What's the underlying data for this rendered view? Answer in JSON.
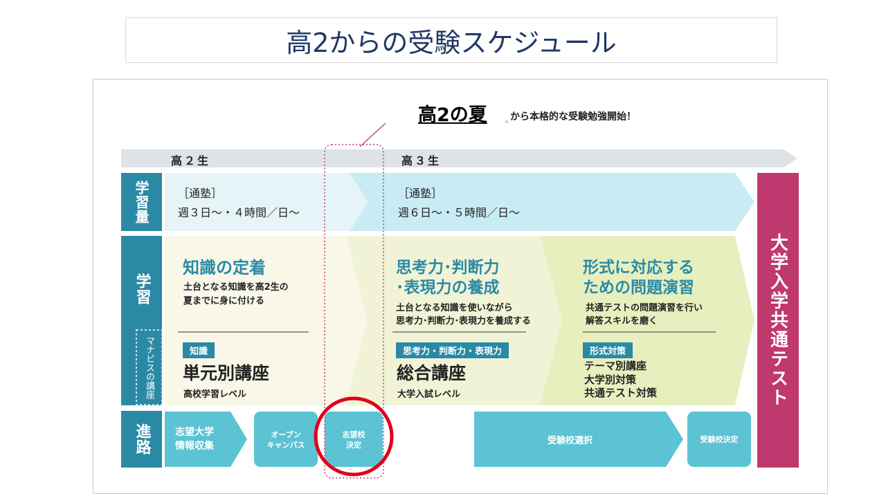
{
  "title": "高2からの受験スケジュール",
  "headline": {
    "strong": "高2の夏",
    "rest": "から本格的な受験勉強開始！"
  },
  "timeline": {
    "year2": "高２生",
    "year3": "高３生"
  },
  "rows": {
    "amount": "学習量",
    "study": "学習",
    "manabis": "マナビスの講座",
    "path": "進路"
  },
  "amount": {
    "y2_label": "［通塾］",
    "y2_value": "週３日〜・４時間／日〜",
    "y3_label": "［通塾］",
    "y3_value": "週６日〜・５時間／日〜"
  },
  "phase1": {
    "title": "知識の定着",
    "desc1": "土台となる知識を高2生の",
    "desc2": "夏までに身に付ける",
    "badge": "知識",
    "course": "単元別講座",
    "level": "高校学習レベル"
  },
  "phase2": {
    "title1": "思考力･判断力",
    "title2": "･表現力の養成",
    "desc1": "土台となる知識を使いながら",
    "desc2": "思考力･判断力･表現力を養成する",
    "badge": "思考力・判断力・表現力",
    "course": "総合講座",
    "level": "大学入試レベル"
  },
  "phase3": {
    "title1": "形式に対応する",
    "title2": "ための問題演習",
    "desc1": "共通テストの問題演習を行い",
    "desc2": "解答スキルを磨く",
    "badge": "形式対策",
    "course1": "テーマ別講座",
    "course2": "大学別対策",
    "course3": "共通テスト対策"
  },
  "path": {
    "step1_a": "志望大学",
    "step1_b": "情報収集",
    "step2_a": "オープン",
    "step2_b": "キャンパス",
    "step3_a": "志望校",
    "step3_b": "決定",
    "step4": "受験校選択",
    "step5": "受験校決定"
  },
  "exam": "大学入学共通テスト",
  "colors": {
    "teal": "#2a8aa6",
    "light_teal": "#5bc3d3",
    "amount_bg": "#e6f4f8",
    "amount_bg3": "#c9ebf4",
    "phase1_bg": "#f8f7e8",
    "phase2_bg": "#f1f3d6",
    "phase3_bg": "#e7efbf",
    "exam": "#c0396e",
    "highlight": "#e0001a"
  }
}
